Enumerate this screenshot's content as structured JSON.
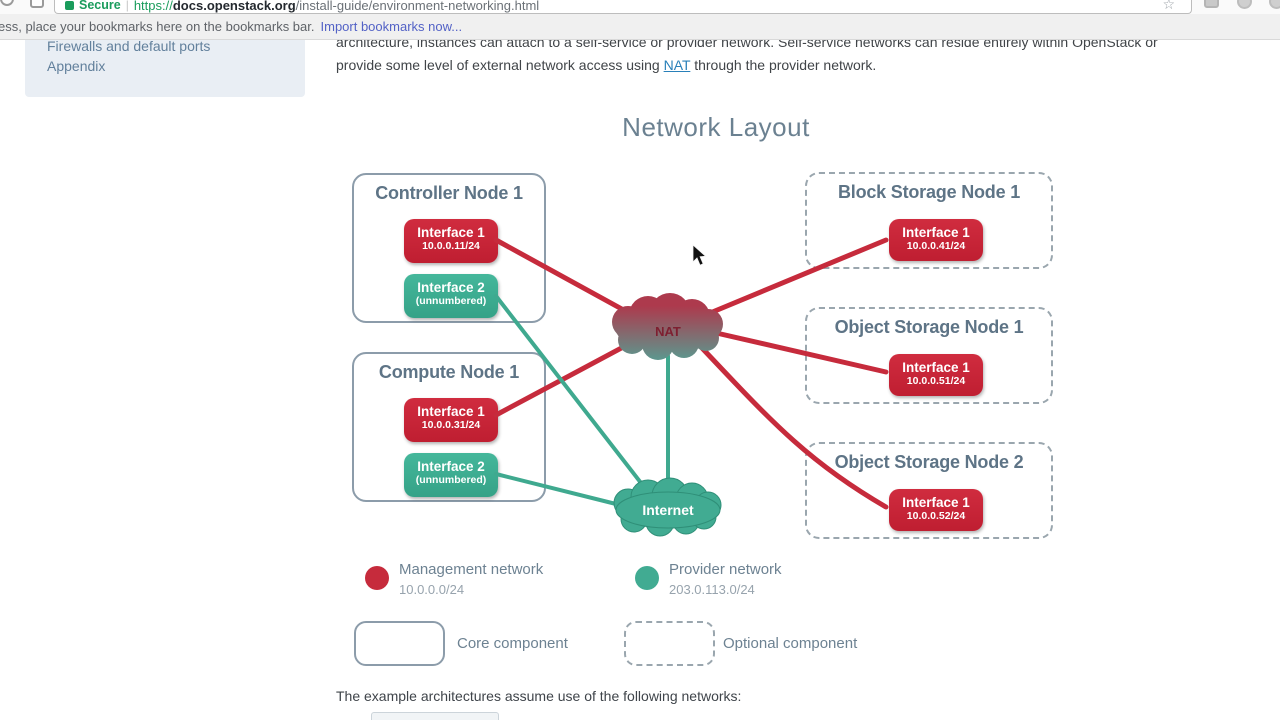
{
  "browser": {
    "toolbar": {
      "security_label": "Secure",
      "url_scheme": "https://",
      "url_host": "docs.openstack.org",
      "url_path": "/install-guide/environment-networking.html"
    },
    "bookmarks_bar": {
      "hint_text": "ess, place your bookmarks here on the bookmarks bar.",
      "import_link": "Import bookmarks now..."
    }
  },
  "sidebar": {
    "items": [
      {
        "label": "Firewalls and default ports"
      },
      {
        "label": "Appendix"
      }
    ]
  },
  "article": {
    "intro_line1": "architecture, instances can attach to a self-service or provider network. Self-service networks can reside entirely within OpenStack or",
    "intro_line2_pre": "provide some level of external network access using ",
    "intro_link": "NAT",
    "intro_line2_post": " through the provider network.",
    "outro_text": "The example architectures assume use of the following networks:"
  },
  "diagram": {
    "title": "Network Layout",
    "nodes": [
      {
        "title": "Controller Node 1",
        "type": "core",
        "interfaces": [
          {
            "label": "Interface 1",
            "sub": "10.0.0.11/24",
            "network": "management"
          },
          {
            "label": "Interface 2",
            "sub": "(unnumbered)",
            "network": "provider"
          }
        ]
      },
      {
        "title": "Compute Node 1",
        "type": "core",
        "interfaces": [
          {
            "label": "Interface 1",
            "sub": "10.0.0.31/24",
            "network": "management"
          },
          {
            "label": "Interface 2",
            "sub": "(unnumbered)",
            "network": "provider"
          }
        ]
      },
      {
        "title": "Block Storage Node 1",
        "type": "optional",
        "interfaces": [
          {
            "label": "Interface 1",
            "sub": "10.0.0.41/24",
            "network": "management"
          }
        ]
      },
      {
        "title": "Object Storage Node 1",
        "type": "optional",
        "interfaces": [
          {
            "label": "Interface 1",
            "sub": "10.0.0.51/24",
            "network": "management"
          }
        ]
      },
      {
        "title": "Object Storage Node 2",
        "type": "optional",
        "interfaces": [
          {
            "label": "Interface 1",
            "sub": "10.0.0.52/24",
            "network": "management"
          }
        ]
      }
    ],
    "clouds": [
      {
        "label": "NAT"
      },
      {
        "label": "Internet"
      }
    ],
    "legend": {
      "management_label": "Management network",
      "management_subnet": "10.0.0.0/24",
      "provider_label": "Provider network",
      "provider_subnet": "203.0.113.0/24",
      "core_label": "Core component",
      "optional_label": "Optional component"
    },
    "colors": {
      "management": "#c62b3c",
      "provider": "#41ab92"
    }
  }
}
